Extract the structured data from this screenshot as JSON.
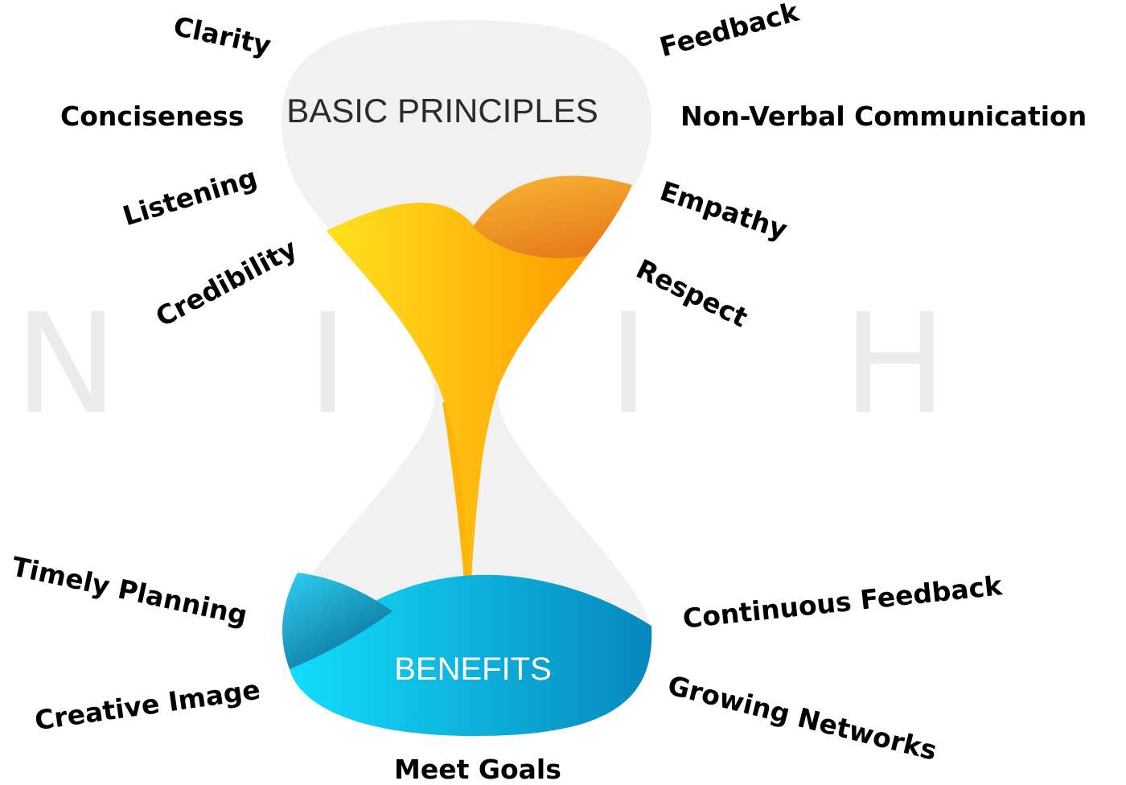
{
  "colors": {
    "glass": "#f1f1f1",
    "sand_top_light": "#ffe11f",
    "sand_top_dark": "#ff9d00",
    "sand_top_shadow": "#e97e1c",
    "sand_bottom_light": "#13ddfc",
    "sand_bottom_dark": "#0787bd",
    "watermark": "#ebebeb"
  },
  "watermark": [
    "N",
    "I",
    "I",
    "H"
  ],
  "hourglass": {
    "top_title": "BASIC PRINCIPLES",
    "bottom_title": "BENEFITS"
  },
  "principles": {
    "left": [
      "Clarity",
      "Conciseness",
      "Listening",
      "Credibility"
    ],
    "right": [
      "Feedback",
      "Non-Verbal Communication",
      "Empathy",
      "Respect"
    ]
  },
  "benefits": {
    "left": [
      "Timely Planning",
      "Creative Image"
    ],
    "right": [
      "Continuous Feedback",
      "Growing Networks"
    ],
    "bottom": "Meet Goals"
  }
}
